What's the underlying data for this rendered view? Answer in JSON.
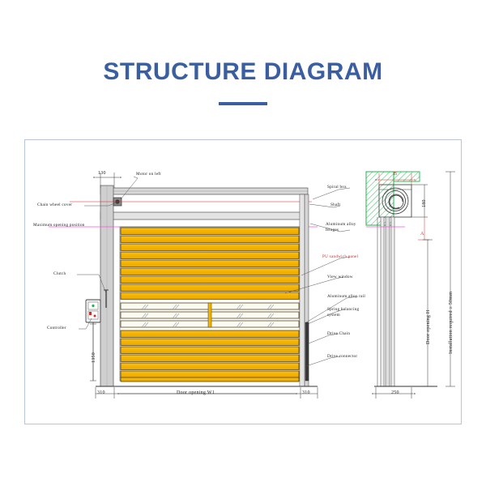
{
  "page": {
    "title": "STRUCTURE DIAGRAM",
    "accent_color": "#3a5ea0",
    "frame_border_color": "#b9c6da",
    "panel_color": "#f5b400",
    "panel_dark_color": "#4a3a10",
    "wall_hatch_color": "#1db54a",
    "highlight_red": "#d42b2b",
    "magenta_line": "#ff4fd8"
  },
  "diagram": {
    "type": "technical-elevation-and-section",
    "subject": "High speed spiral door structure",
    "views": {
      "front": "Front elevation (left)",
      "section": "Side section view (right)"
    },
    "labels": {
      "motor": "Motor on left",
      "chain_wheel_cover": "Chain wheel cover",
      "max_opening_position": "Maximum opening position",
      "clutch": "Clutch",
      "controller": "Controller",
      "spiral_box": "Spiral box",
      "shaft": "Shaft",
      "hinges": "Aluminum alloy\nHinges",
      "hinges_line1": "Aluminum alloy",
      "hinges_line2": "Hinges",
      "pu_panel": "PU sandwich panel",
      "view_window": "View window",
      "alloy_rail": "Aluminum alloy rail",
      "spring_system_line1": "Spring balancing",
      "spring_system_line2": "system",
      "drive_chain": "Drive Chain",
      "drive_connector": "Drive connector"
    },
    "dimensions": {
      "top_left_width": "130",
      "left_height": "1350",
      "jamb_left": "310",
      "jamb_right": "310",
      "door_opening_width": "Door opening W1",
      "door_opening_height": "Door opening H",
      "section_depth": "250",
      "box_height": "180",
      "box_width_letter": "B",
      "clearance_letter": "A",
      "installation_note": "Installation required ≥ 50mm"
    },
    "panel_rows": {
      "top_solid_count": 9,
      "window_count": 3,
      "bottom_solid_count": 7,
      "total_rows": 19
    }
  }
}
